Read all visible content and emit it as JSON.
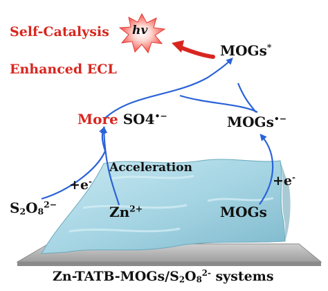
{
  "labels": {
    "self_catalysis": "Self-Catalysis",
    "enhanced_ecl": "Enhanced ECL",
    "hv": "hv",
    "more": "More",
    "so4_base": "SO4",
    "so4_charge": "•−",
    "mogs_star_base": "MOGs",
    "mogs_star_sup": "*",
    "mogs_radical_base": "MOGs",
    "mogs_radical_sup": "•−",
    "acceleration": "Acceleration",
    "electron_left": "+e",
    "electron_left_sup": "-",
    "electron_right": "+e",
    "electron_right_sup": "-",
    "s2o8_s": "S",
    "s2o8_s_sub": "2",
    "s2o8_o": "O",
    "s2o8_o_sub": "8",
    "s2o8_sup": "2−",
    "zn_base": "Zn",
    "zn_sup": "2+",
    "mogs_bottom": "MOGs",
    "system_part1": "Zn-TATB-MOGs/S",
    "system_sub1": "2",
    "system_o": "O",
    "system_sub2": "8",
    "system_sup": "2-",
    "system_part2": " systems"
  },
  "colors": {
    "accent_red": "#d8261f",
    "arrow_blue": "#2a62d8",
    "gel_blue": "#9fcfdf",
    "plate_gray": "#b9b9b9"
  }
}
